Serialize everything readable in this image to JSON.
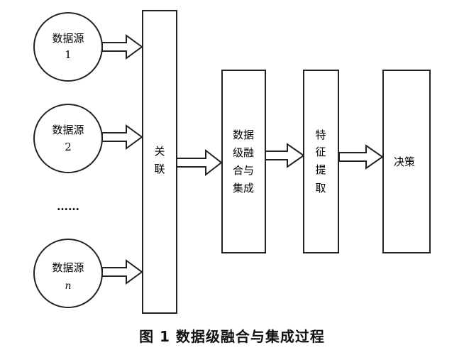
{
  "sources": [
    {
      "label": "数据源",
      "index": "1"
    },
    {
      "label": "数据源",
      "index": "2"
    },
    {
      "label": "数据源",
      "index": "n"
    }
  ],
  "ellipsis": "……",
  "steps": {
    "association": [
      "关",
      "联"
    ],
    "fusion": [
      "数据",
      "级融",
      "合与",
      "集成"
    ],
    "feature": [
      "特",
      "征",
      "提",
      "取"
    ],
    "decision": "决策"
  },
  "caption": "图 1   数据级融合与集成过程"
}
